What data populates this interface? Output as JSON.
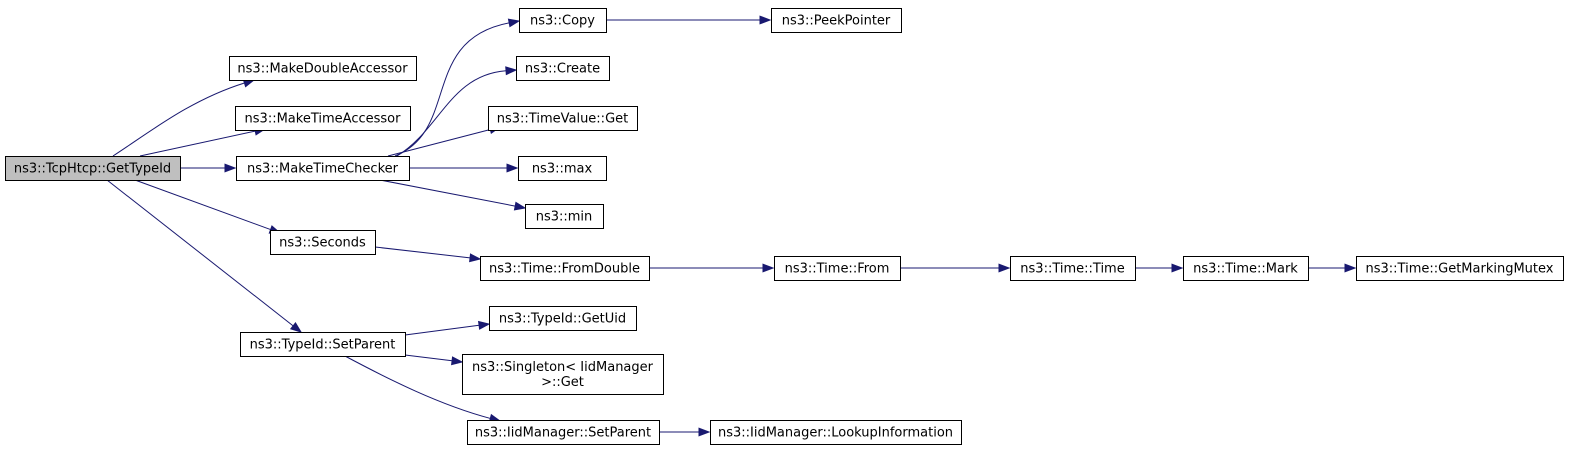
{
  "nodes": [
    {
      "id": "gettypeid",
      "lines": [
        "ns3::TcpHtcp::GetTypeId"
      ],
      "root": true
    },
    {
      "id": "makedoubleaccessor",
      "lines": [
        "ns3::MakeDoubleAccessor"
      ]
    },
    {
      "id": "maketimeaccessor",
      "lines": [
        "ns3::MakeTimeAccessor"
      ]
    },
    {
      "id": "maketimechecker",
      "lines": [
        "ns3::MakeTimeChecker"
      ]
    },
    {
      "id": "seconds",
      "lines": [
        "ns3::Seconds"
      ]
    },
    {
      "id": "setparent",
      "lines": [
        "ns3::TypeId::SetParent"
      ]
    },
    {
      "id": "copy",
      "lines": [
        "ns3::Copy"
      ]
    },
    {
      "id": "peekpointer",
      "lines": [
        "ns3::PeekPointer"
      ]
    },
    {
      "id": "create",
      "lines": [
        "ns3::Create"
      ]
    },
    {
      "id": "timevalueget",
      "lines": [
        "ns3::TimeValue::Get"
      ]
    },
    {
      "id": "max",
      "lines": [
        "ns3::max"
      ]
    },
    {
      "id": "min",
      "lines": [
        "ns3::min"
      ]
    },
    {
      "id": "fromdouble",
      "lines": [
        "ns3::Time::FromDouble"
      ]
    },
    {
      "id": "from",
      "lines": [
        "ns3::Time::From"
      ]
    },
    {
      "id": "time",
      "lines": [
        "ns3::Time::Time"
      ]
    },
    {
      "id": "mark",
      "lines": [
        "ns3::Time::Mark"
      ]
    },
    {
      "id": "getmarkingmutex",
      "lines": [
        "ns3::Time::GetMarkingMutex"
      ]
    },
    {
      "id": "getuid",
      "lines": [
        "ns3::TypeId::GetUid"
      ]
    },
    {
      "id": "singletonget",
      "lines": [
        "ns3::Singleton< IidManager",
        ">::Get"
      ]
    },
    {
      "id": "iidsetparent",
      "lines": [
        "ns3::IidManager::SetParent"
      ]
    },
    {
      "id": "lookupinformation",
      "lines": [
        "ns3::IidManager::LookupInformation"
      ]
    }
  ],
  "edges": [
    {
      "from": "gettypeid",
      "to": "makedoubleaccessor"
    },
    {
      "from": "gettypeid",
      "to": "maketimeaccessor"
    },
    {
      "from": "gettypeid",
      "to": "maketimechecker"
    },
    {
      "from": "gettypeid",
      "to": "seconds"
    },
    {
      "from": "gettypeid",
      "to": "setparent"
    },
    {
      "from": "maketimechecker",
      "to": "copy"
    },
    {
      "from": "maketimechecker",
      "to": "create"
    },
    {
      "from": "maketimechecker",
      "to": "timevalueget"
    },
    {
      "from": "maketimechecker",
      "to": "max"
    },
    {
      "from": "maketimechecker",
      "to": "min"
    },
    {
      "from": "copy",
      "to": "peekpointer"
    },
    {
      "from": "seconds",
      "to": "fromdouble"
    },
    {
      "from": "fromdouble",
      "to": "from"
    },
    {
      "from": "from",
      "to": "time"
    },
    {
      "from": "time",
      "to": "mark"
    },
    {
      "from": "mark",
      "to": "getmarkingmutex"
    },
    {
      "from": "setparent",
      "to": "getuid"
    },
    {
      "from": "setparent",
      "to": "singletonget"
    },
    {
      "from": "setparent",
      "to": "iidsetparent"
    },
    {
      "from": "iidsetparent",
      "to": "lookupinformation"
    }
  ]
}
